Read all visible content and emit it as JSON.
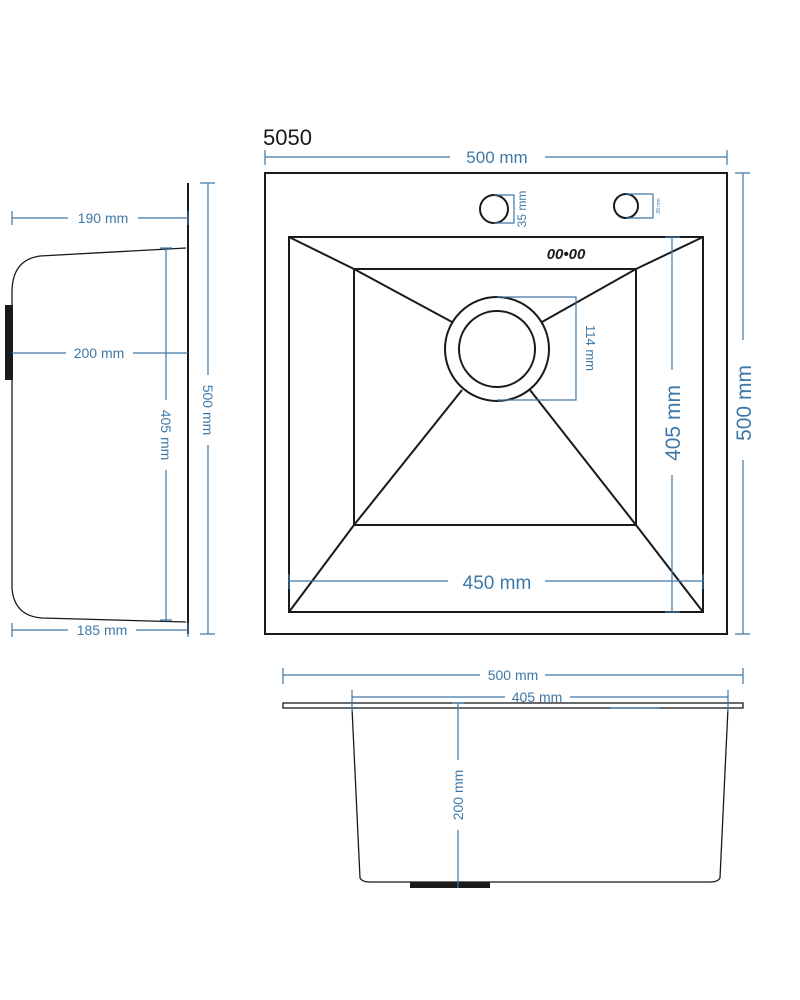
{
  "model": "5050",
  "overflow_mark": "00•00",
  "top_view": {
    "width": "500 mm",
    "depth": "500 mm",
    "bowl_depth": "405 mm",
    "bowl_width": "450 mm",
    "drain": "114 mm",
    "hole_large": "35 mm",
    "hole_small": "28 mm"
  },
  "side_view": {
    "top": "190 mm",
    "height": "200 mm",
    "bottom": "185 mm",
    "bowl": "405 mm",
    "overall": "500 mm"
  },
  "front_view": {
    "overall": "500 mm",
    "bowl": "405 mm",
    "height": "200 mm"
  },
  "colors": {
    "dimension": "#3e78a8",
    "outline": "#1a1a1a"
  }
}
